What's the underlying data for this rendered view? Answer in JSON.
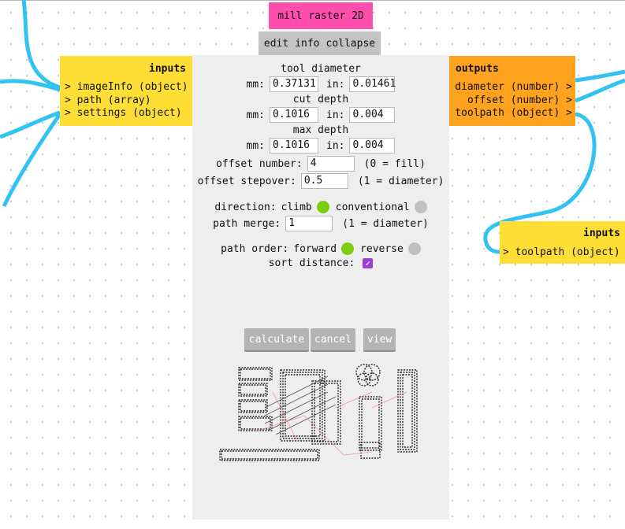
{
  "title": "mill raster 2D",
  "header": {
    "edit_label": "edit",
    "info_label": "info",
    "collapse_label": "collapse"
  },
  "inputs_node": {
    "title": "inputs",
    "ports": [
      "> imageInfo (object)",
      "> path (array)",
      "> settings (object)"
    ]
  },
  "outputs_node": {
    "title": "outputs",
    "ports": [
      "diameter (number) >",
      "offset (number) >",
      "toolpath (object) >"
    ]
  },
  "downstream_node": {
    "title": "inputs",
    "ports": [
      "> toolpath (object)"
    ]
  },
  "form": {
    "tool_diameter": {
      "label": "tool diameter",
      "mm_label": "mm:",
      "mm_value": "0.37131",
      "in_label": "in:",
      "in_value": "0.01461"
    },
    "cut_depth": {
      "label": "cut depth",
      "mm_label": "mm:",
      "mm_value": "0.1016",
      "in_label": "in:",
      "in_value": "0.004"
    },
    "max_depth": {
      "label": "max depth",
      "mm_label": "mm:",
      "mm_value": "0.1016",
      "in_label": "in:",
      "in_value": "0.004"
    },
    "offset_number": {
      "label": "offset number:",
      "value": "4",
      "note": "(0 = fill)"
    },
    "offset_stepover": {
      "label": "offset stepover:",
      "value": "0.5",
      "note": "(1 = diameter)"
    },
    "direction": {
      "label": "direction:",
      "option1": "climb",
      "option2": "conventional",
      "selected": "climb"
    },
    "path_merge": {
      "label": "path merge:",
      "value": "1",
      "note": "(1 = diameter)"
    },
    "path_order": {
      "label": "path order:",
      "option1": "forward",
      "option2": "reverse",
      "selected": "forward"
    },
    "sort_distance": {
      "label": "sort distance:",
      "checked": true
    }
  },
  "buttons": {
    "calculate": "calculate",
    "cancel": "cancel",
    "view": "view"
  },
  "colors": {
    "wire": "#33c3f2",
    "title_bg": "#ff4fae",
    "inputs_bg": "#ffdf35",
    "outputs_bg": "#ffa21e",
    "selected_radio": "#7ccd0e",
    "checkbox": "#9b3fd2"
  }
}
